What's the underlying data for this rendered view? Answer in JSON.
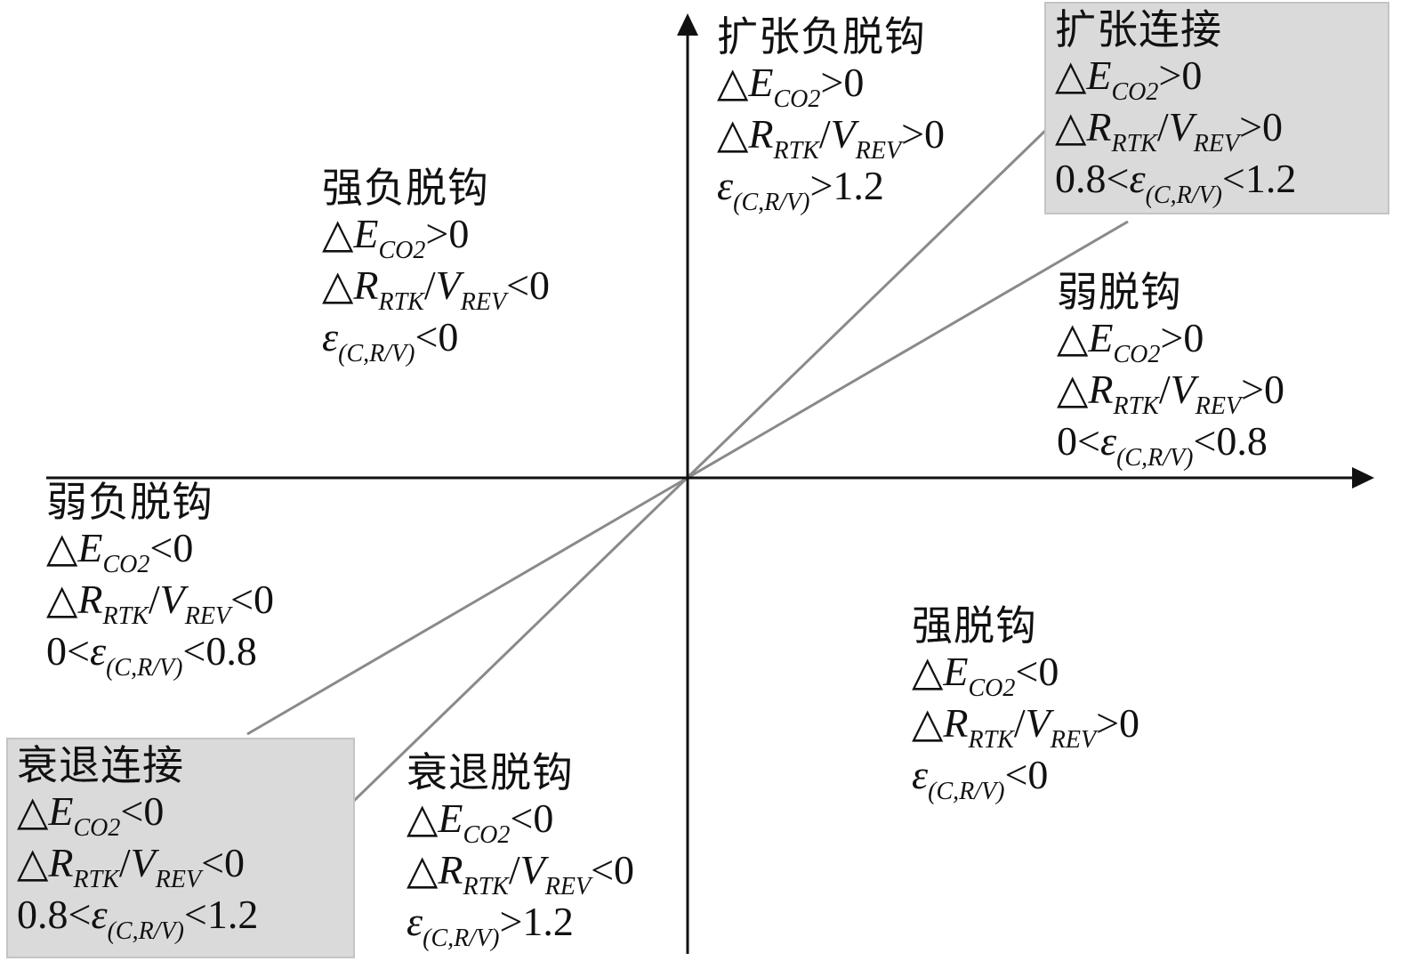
{
  "regions": {
    "expansive_negative": {
      "title": "扩张负脱钩",
      "dE": "△",
      "dE_var": "E",
      "dE_sub": "CO2",
      "dE_cond": ">0",
      "dR": "△",
      "dR_var": "R",
      "dR_sub": "RTK",
      "dR_slash": "/",
      "dR_var2": "V",
      "dR_sub2": "REV",
      "dR_cond": ">0",
      "eps": "ε",
      "eps_sub": "(C,R/V)",
      "eps_cond": ">1.2",
      "eps_prefix": ""
    },
    "expansive_coupling": {
      "title": "扩张连接",
      "dE": "△",
      "dE_var": "E",
      "dE_sub": "CO2",
      "dE_cond": ">0",
      "dR": "△",
      "dR_var": "R",
      "dR_sub": "RTK",
      "dR_slash": "/",
      "dR_var2": "V",
      "dR_sub2": "REV",
      "dR_cond": ">0",
      "eps_prefix": "0.8<",
      "eps": "ε",
      "eps_sub": "(C,R/V)",
      "eps_cond": "<1.2"
    },
    "strong_negative": {
      "title": "强负脱钩",
      "dE": "△",
      "dE_var": "E",
      "dE_sub": "CO2",
      "dE_cond": ">0",
      "dR": "△",
      "dR_var": "R",
      "dR_sub": "RTK",
      "dR_slash": "/",
      "dR_var2": "V",
      "dR_sub2": "REV",
      "dR_cond": "<0",
      "eps_prefix": "",
      "eps": "ε",
      "eps_sub": "(C,R/V)",
      "eps_cond": "<0"
    },
    "weak_decoupling": {
      "title": "弱脱钩",
      "dE": "△",
      "dE_var": "E",
      "dE_sub": "CO2",
      "dE_cond": ">0",
      "dR": "△",
      "dR_var": "R",
      "dR_sub": "RTK",
      "dR_slash": "/",
      "dR_var2": "V",
      "dR_sub2": "REV",
      "dR_cond": ">0",
      "eps_prefix": "0<",
      "eps": "ε",
      "eps_sub": "(C,R/V)",
      "eps_cond": "<0.8"
    },
    "weak_negative": {
      "title": "弱负脱钩",
      "dE": "△",
      "dE_var": "E",
      "dE_sub": "CO2",
      "dE_cond": "<0",
      "dR": "△",
      "dR_var": "R",
      "dR_sub": "RTK",
      "dR_slash": "/",
      "dR_var2": "V",
      "dR_sub2": "REV",
      "dR_cond": "<0",
      "eps_prefix": "0<",
      "eps": "ε",
      "eps_sub": "(C,R/V)",
      "eps_cond": "<0.8"
    },
    "strong_decoupling": {
      "title": "强脱钩",
      "dE": "△",
      "dE_var": "E",
      "dE_sub": "CO2",
      "dE_cond": "<0",
      "dR": "△",
      "dR_var": "R",
      "dR_sub": "RTK",
      "dR_slash": "/",
      "dR_var2": "V",
      "dR_sub2": "REV",
      "dR_cond": ">0",
      "eps_prefix": "",
      "eps": "ε",
      "eps_sub": "(C,R/V)",
      "eps_cond": "<0"
    },
    "recessive_coupling": {
      "title": "衰退连接",
      "dE": "△",
      "dE_var": "E",
      "dE_sub": "CO2",
      "dE_cond": "<0",
      "dR": "△",
      "dR_var": "R",
      "dR_sub": "RTK",
      "dR_slash": "/",
      "dR_var2": "V",
      "dR_sub2": "REV",
      "dR_cond": "<0",
      "eps_prefix": "0.8<",
      "eps": "ε",
      "eps_sub": "(C,R/V)",
      "eps_cond": "<1.2"
    },
    "recessive_decoupling": {
      "title": "衰退脱钩",
      "dE": "△",
      "dE_var": "E",
      "dE_sub": "CO2",
      "dE_cond": "<0",
      "dR": "△",
      "dR_var": "R",
      "dR_sub": "RTK",
      "dR_slash": "/",
      "dR_var2": "V",
      "dR_sub2": "REV",
      "dR_cond": "<0",
      "eps_prefix": "",
      "eps": "ε",
      "eps_sub": "(C,R/V)",
      "eps_cond": ">1.2"
    }
  },
  "colors": {
    "axis": "#111111",
    "boundary_line": "#8a8a8a",
    "box_fill": "#dadada"
  }
}
